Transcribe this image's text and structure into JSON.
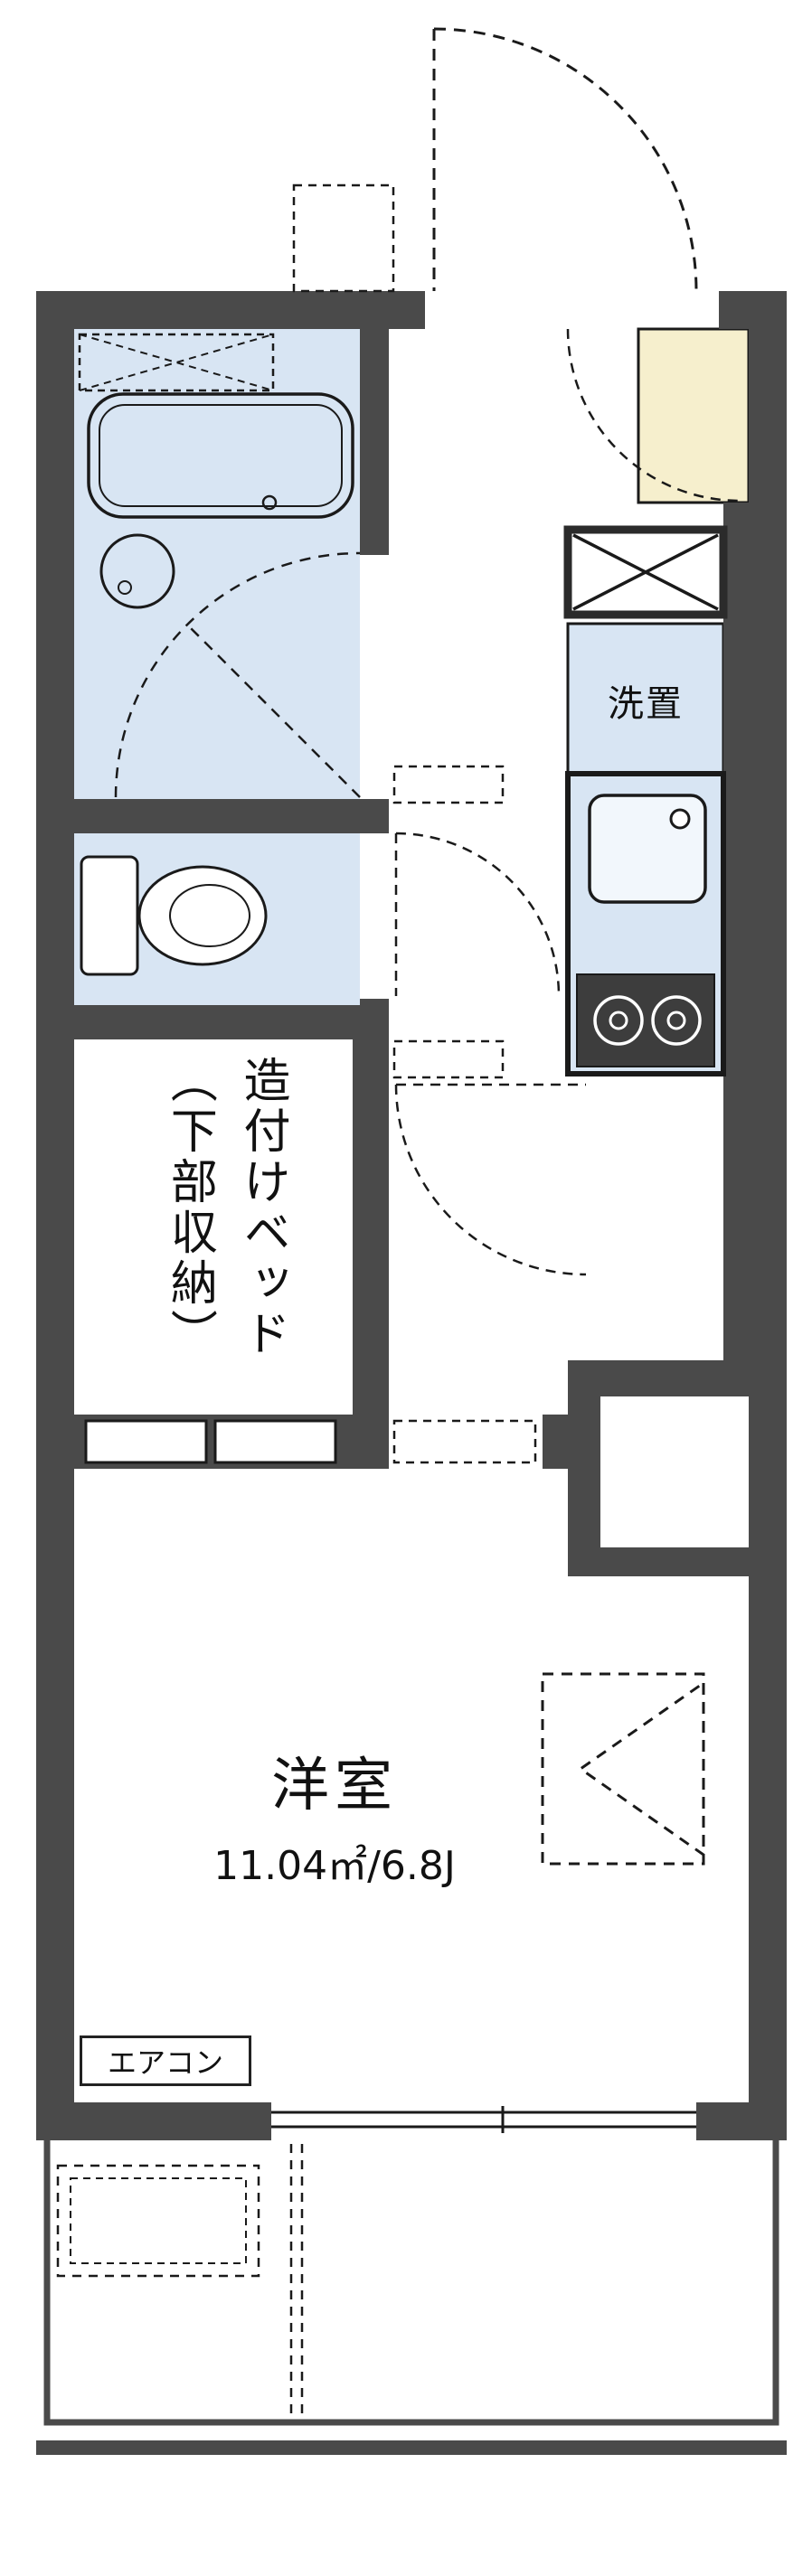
{
  "labels": {
    "washer": "洗置",
    "bed": "造付けベッド\n（下部収納）",
    "room_name": "洋室",
    "room_size": "11.04㎡/6.8J",
    "aircon": "エアコン"
  },
  "colors": {
    "wall": "#4a4a4a",
    "wet_area_fill": "#d8e5f3",
    "entry_fill": "#f6efcd",
    "stove_fill": "#3d3d3d",
    "line": "#1a1a1a",
    "background": "#ffffff"
  }
}
